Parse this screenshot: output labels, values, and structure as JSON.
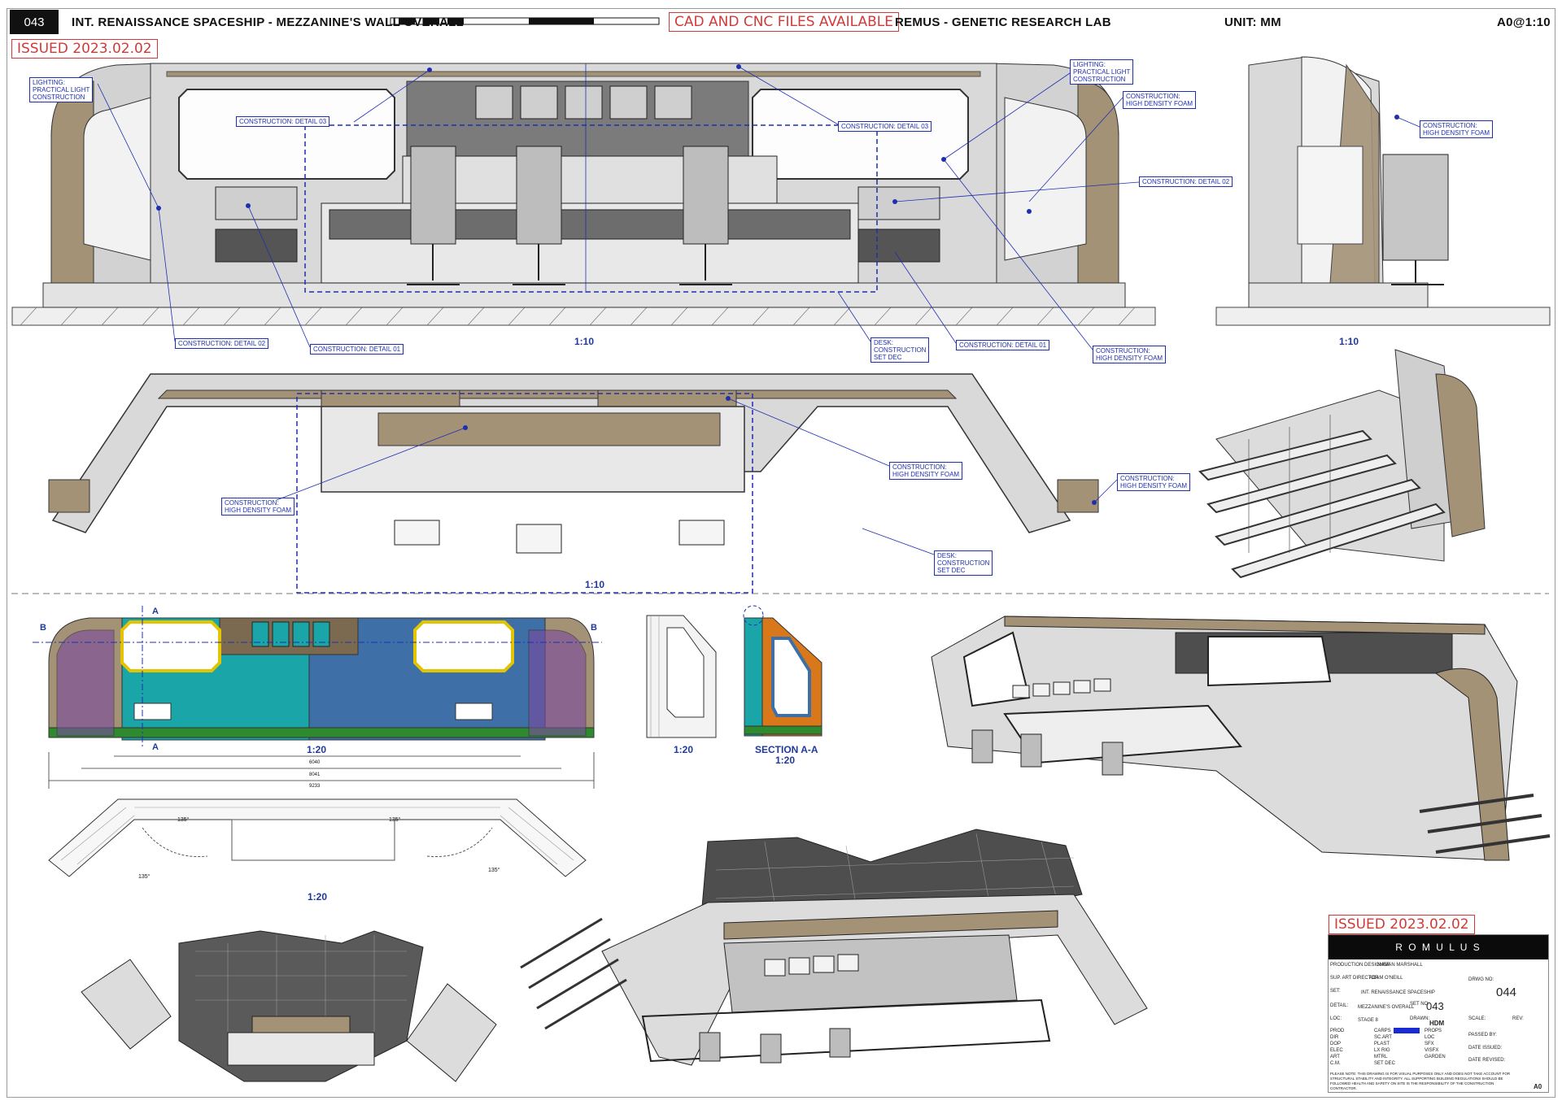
{
  "header": {
    "sheet_number": "043",
    "title": "INT. RENAISSANCE SPACESHIP - MEZZANINE'S WALL OVERALL",
    "files_notice": "CAD AND CNC FILES AVAILABLE",
    "project": "REMUS -  GENETIC RESEARCH LAB",
    "unit": "UNIT: MM",
    "paper_scale": "A0@1:10"
  },
  "issue_stamp": "ISSUED 2023.02.02",
  "callouts": {
    "lighting_left": "LIGHTING:\nPRACTICAL LIGHT\nCONSTRUCTION",
    "lighting_right": "LIGHTING:\nPRACTICAL LIGHT\nCONSTRUCTION",
    "detail03_left": "CONSTRUCTION: DETAIL 03",
    "detail03_right": "CONSTRUCTION: DETAIL 03",
    "hdf_top_right": "CONSTRUCTION:\nHIGH DENSITY FOAM",
    "detail02_right": "CONSTRUCTION: DETAIL 02",
    "detail02_left": "CONSTRUCTION: DETAIL 02",
    "detail01_left": "CONSTRUCTION: DETAIL 01",
    "desk_upper": "DESK:\nCONSTRUCTION\nSET DEC",
    "detail01_right": "CONSTRUCTION: DETAIL 01",
    "hdf_mid_right": "CONSTRUCTION:\nHIGH DENSITY FOAM",
    "hdf_side": "CONSTRUCTION:\nHIGH DENSITY FOAM",
    "hdf_plan_center": "CONSTRUCTION:\nHIGH DENSITY FOAM",
    "hdf_plan_left": "CONSTRUCTION:\nHIGH DENSITY FOAM",
    "hdf_plan_right": "CONSTRUCTION:\nHIGH DENSITY FOAM",
    "desk_lower": "DESK:\nCONSTRUCTION\nSET DEC"
  },
  "scales": {
    "front_elevation": "1:10",
    "side_elevation": "1:10",
    "plan_view": "1:10",
    "construction_elevation": "1:20",
    "side_frame": "1:20",
    "section_label": "SECTION A-A",
    "section_scale": "1:20",
    "plan_small": "1:20"
  },
  "section_markers": {
    "a": "A",
    "b": "B"
  },
  "dimensions": {
    "d1": "6040",
    "d2": "8041",
    "d3": "9233"
  },
  "angles": {
    "a1": "135°",
    "a2": "135°",
    "a3": "135°",
    "a4": "135°"
  },
  "title_block": {
    "studio": "R O M U L U S",
    "production_designer_label": "PRODUCTION DESIGNER",
    "production_designer": "NAMAN MARSHALL",
    "art_director_label": "SUP. ART DIRECTOR",
    "art_director": "ADAM O'NEILL",
    "set_label": "SET:",
    "set_name": "INT. RENAISSANCE SPACESHIP",
    "drwg_no_label": "DRWG NO:",
    "drwg_no": "044",
    "detail_label": "DETAIL:",
    "detail": "MEZZANINE'S OVERALL",
    "set_no_label": "SET NO:",
    "set_no": "043",
    "loc_label": "LOC:",
    "loc": "STAGE 8",
    "drawn_label": "DRAWN:",
    "drawn": "HDM",
    "scale_label": "SCALE:",
    "rev_label": "REV:",
    "dept_left": [
      "PROD",
      "DIR",
      "DOP",
      "ELEC",
      "ART",
      "C.M."
    ],
    "dept_mid": [
      "CARPS",
      "SC.ART",
      "PLAST",
      "LX RIG",
      "MTRL",
      "SET DEC"
    ],
    "dept_right": [
      "PROPS",
      "LOC",
      "SFX",
      "VISFX",
      "GARDEN"
    ],
    "passed_by": "PASSED BY:",
    "date_issued": "DATE ISSUED:",
    "date_revised": "DATE REVISED:",
    "note": "PLEASE NOTE: THIS DRAWING IS FOR VISUAL PURPOSES ONLY AND DOES NOT TAKE ACCOUNT FOR STRUCTURAL STABILITY AND INTEGRITY. ALL SUPPORTING BUILDING REGULATIONS SHOULD BE FOLLOWED HEALTH AND SAFETY ON SITE IS THE RESPONSIBILITY OF THE CONSTRUCTION CONTRACTOR.",
    "paper": "A0",
    "accent": "#1a2bd6"
  },
  "colors": {
    "callout_blue": "#1f2fb0",
    "stamp_red": "#d23a3a",
    "panel_tan": "#a49277",
    "panel_grey": "#d9d9d9",
    "teal": "#1aa6a8",
    "steel_blue": "#3e6fa6",
    "orange": "#d9781a"
  }
}
